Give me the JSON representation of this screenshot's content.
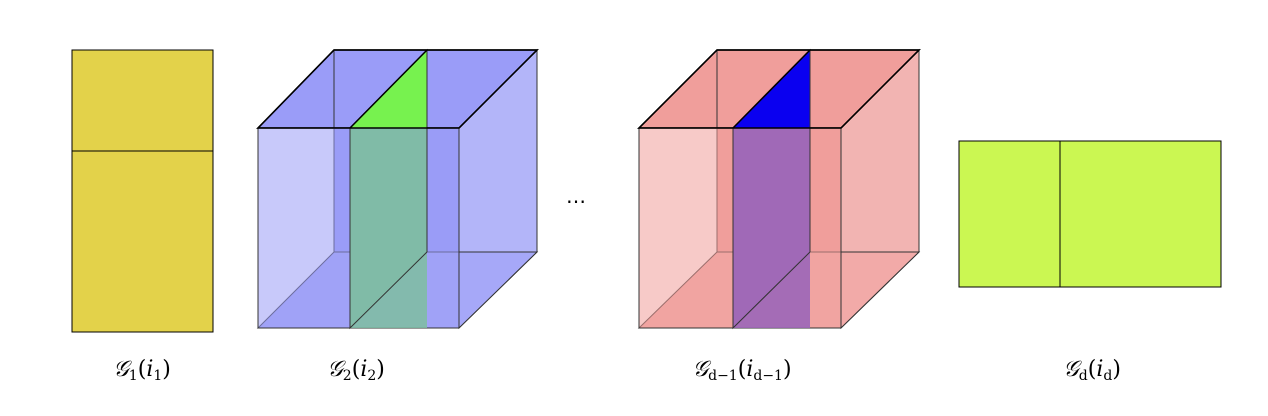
{
  "diagram": {
    "ellipsis": "…",
    "cores": [
      {
        "name": "core-1",
        "symbol": "𝒢",
        "index": "1",
        "arg": "i",
        "arg_index": "1",
        "arg_index_sub": "",
        "color": "#e3d24a"
      },
      {
        "name": "core-2",
        "symbol": "𝒢",
        "index": "2",
        "arg": "i",
        "arg_index": "2",
        "arg_index_sub": "",
        "color": "#9b9cf6",
        "slice_color": "#7ef24f"
      },
      {
        "name": "core-d-minus-1",
        "symbol": "𝒢",
        "index": "d−1",
        "arg": "i",
        "arg_index": "d−1",
        "arg_index_sub": "",
        "color": "#f0a09c",
        "slice_color": "#0a00f0"
      },
      {
        "name": "core-d",
        "symbol": "𝒢",
        "index": "d",
        "arg": "i",
        "arg_index": "d",
        "arg_index_sub": "",
        "color": "#cbf752"
      }
    ]
  }
}
